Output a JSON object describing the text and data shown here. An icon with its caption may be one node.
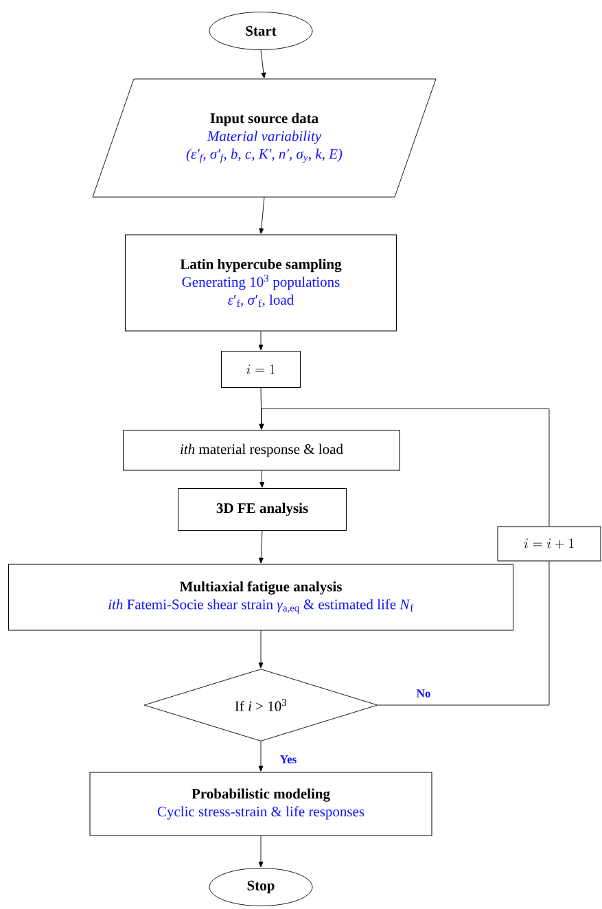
{
  "diagram": {
    "nodes": [
      {
        "text": [
          "Start"
        ]
      },
      {
        "text": [
          "Input source data",
          "Material variability",
          "(ε′$_{f}$, σ′$_{f}$, b, c, K′, n′, σ$_{y}$, k, E)"
        ]
      },
      {
        "text": [
          "Latin hypercube sampling",
          "Generating 10$^{3}$ populations",
          "*ε*′$_{f}$, *σ*′$_{f}$, load"
        ]
      },
      {
        "text": [
          "i = 1"
        ]
      },
      {
        "text": [
          "*ith* material response & load"
        ]
      },
      {
        "text": [
          "3D FE analysis"
        ]
      },
      {
        "text": [
          "Multiaxial fatigue analysis",
          "*ith* Fatemi-Socie shear strain *γ*$_{a,eq}$ & estimated life *N*$_{f}$"
        ]
      },
      {
        "text": [
          "If *i* > 10$^{3}$"
        ]
      },
      {
        "text": [
          "Probabilistic modeling",
          "Cyclic stress-strain & life responses"
        ]
      },
      {
        "text": [
          "Stop"
        ]
      },
      {
        "text": [
          "i = i + 1"
        ]
      }
    ],
    "edges": [
      {
        "from": 0,
        "to": 1,
        "arrow": "to"
      },
      {
        "from": 1,
        "to": 2,
        "arrow": "to"
      },
      {
        "from": 2,
        "to": 3,
        "arrow": "to"
      },
      {
        "from": 3,
        "to": 4,
        "arrow": "to"
      },
      {
        "from": 4,
        "to": 5,
        "arrow": "to"
      },
      {
        "from": 5,
        "to": 6,
        "arrow": "to"
      },
      {
        "from": 6,
        "to": 7,
        "arrow": "to"
      },
      {
        "from": 7,
        "to": 8,
        "label": "Yes",
        "arrow": "to"
      },
      {
        "from": 8,
        "to": 9,
        "arrow": "to"
      },
      {
        "from": 7,
        "to": 10,
        "label": "No",
        "arrow": "none"
      },
      {
        "from": 10,
        "to": 4,
        "arrow": "to"
      }
    ]
  }
}
